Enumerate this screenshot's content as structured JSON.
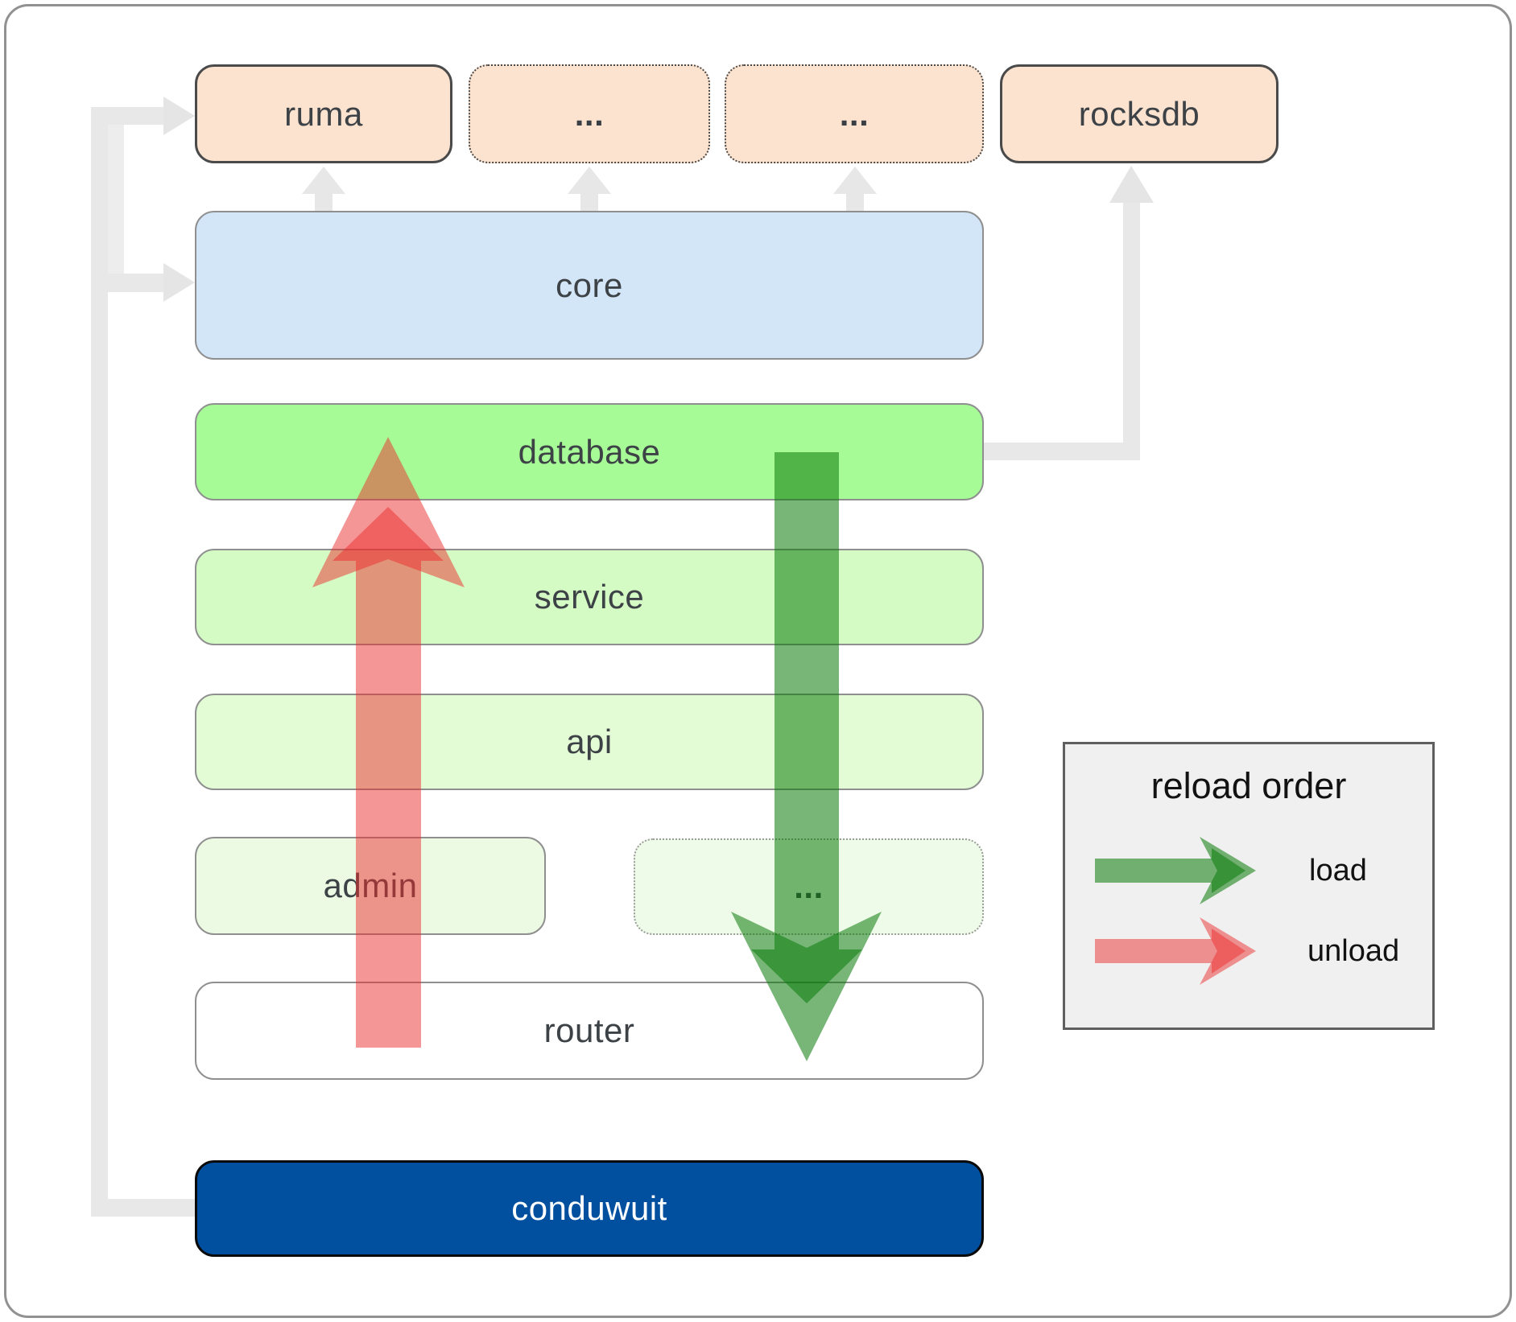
{
  "diagram": {
    "title": "conduwuit module reload-order diagram",
    "top_row": {
      "ruma": {
        "label": "ruma"
      },
      "ellipsis_1": {
        "label": "..."
      },
      "ellipsis_2": {
        "label": "..."
      },
      "rocksdb": {
        "label": "rocksdb"
      }
    },
    "stack": {
      "core": {
        "label": "core"
      },
      "database": {
        "label": "database"
      },
      "service": {
        "label": "service"
      },
      "api": {
        "label": "api"
      },
      "admin": {
        "label": "admin"
      },
      "ellipsis_admin": {
        "label": "..."
      },
      "router": {
        "label": "router"
      },
      "conduwuit": {
        "label": "conduwuit"
      }
    },
    "legend": {
      "title": "reload order",
      "items": [
        {
          "label": "load",
          "color": "#2f7d2f",
          "direction": "down"
        },
        {
          "label": "unload",
          "color": "#f25555",
          "direction": "up"
        }
      ]
    },
    "colors": {
      "peach_box": "#fce3d0",
      "core_box": "#d3e6f8",
      "database_box": "#a7fb96",
      "service_box": "#d5fbc5",
      "api_box": "#e3fcd6",
      "admin_box": "#ecfae4",
      "conduwuit_box": "#01509f",
      "connector_gray": "#e8e8e8",
      "legend_bg": "#f0f0f0",
      "load_arrow": "rgba(10,122,10,0.55)",
      "unload_arrow": "rgba(235,45,45,0.5)"
    }
  }
}
